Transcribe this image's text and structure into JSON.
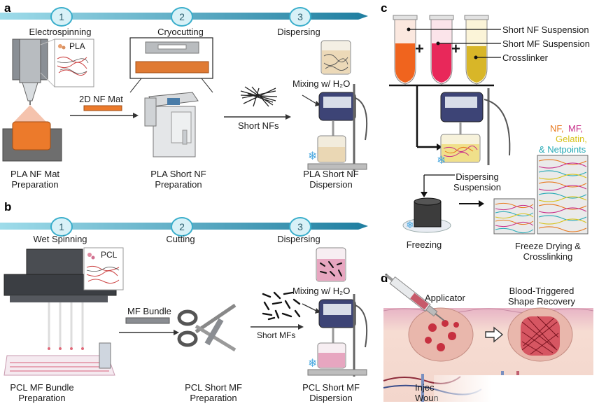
{
  "panels": {
    "a": "a",
    "b": "b",
    "c": "c",
    "d": "d"
  },
  "panel_a": {
    "steps": [
      {
        "num": "1",
        "title": "Electrospinning"
      },
      {
        "num": "2",
        "title": "Cryocutting"
      },
      {
        "num": "3",
        "title": "Dispersing"
      }
    ],
    "pla_label": "PLA",
    "arrow1_label": "2D NF Mat",
    "arrow2_label": "Short NFs",
    "mixing_label": "Mixing w/ H₂O",
    "captions": [
      "PLA NF Mat",
      "Preparation",
      "PLA Short NF",
      "Preparation",
      "PLA Short NF",
      "Dispersion"
    ]
  },
  "panel_b": {
    "steps": [
      {
        "num": "1",
        "title": "Wet Spinning"
      },
      {
        "num": "2",
        "title": "Cutting"
      },
      {
        "num": "3",
        "title": "Dispersing"
      }
    ],
    "pcl_label": "PCL",
    "arrow1_label": "MF Bundle",
    "arrow2_label": "Short MFs",
    "mixing_label": "Mixing w/ H₂O",
    "captions": [
      "PCL MF Bundle",
      "Preparation",
      "PCL Short MF",
      "Preparation",
      "PCL Short MF",
      "Dispersion"
    ]
  },
  "panel_c": {
    "legend": [
      "Short NF Suspension",
      "Short MF Suspension",
      "Crosslinker"
    ],
    "plus": "+",
    "dispersing": [
      "Dispersing",
      "Suspension"
    ],
    "freezing": "Freezing",
    "freeze_drying": [
      "Freeze Drying &",
      "Crosslinking"
    ],
    "components": [
      {
        "text": "NF, ",
        "color": "#e8791f"
      },
      {
        "text": "MF,",
        "color": "#c8308a"
      },
      {
        "text": "Gelatin,",
        "color": "#d6c21c"
      },
      {
        "text": "& Netpoints",
        "color": "#25a9b5"
      }
    ]
  },
  "panel_d": {
    "applicator": "Applicator",
    "recovery": [
      "Blood-Triggered",
      "Shape Recovery"
    ],
    "cut_text": [
      "Injec",
      "Woun"
    ]
  },
  "colors": {
    "ribbon_a": "#3aaecb",
    "ribbon_dark": "#1f6f8c",
    "step_fill": "#d8f1f7",
    "pla_orange": "#ec7a2b",
    "nf_orange": "#f0641e",
    "mf_pink": "#e8285a",
    "crosslinker": "#d8b628",
    "tissue": "#f3d6cc",
    "blood": "#c73040"
  }
}
